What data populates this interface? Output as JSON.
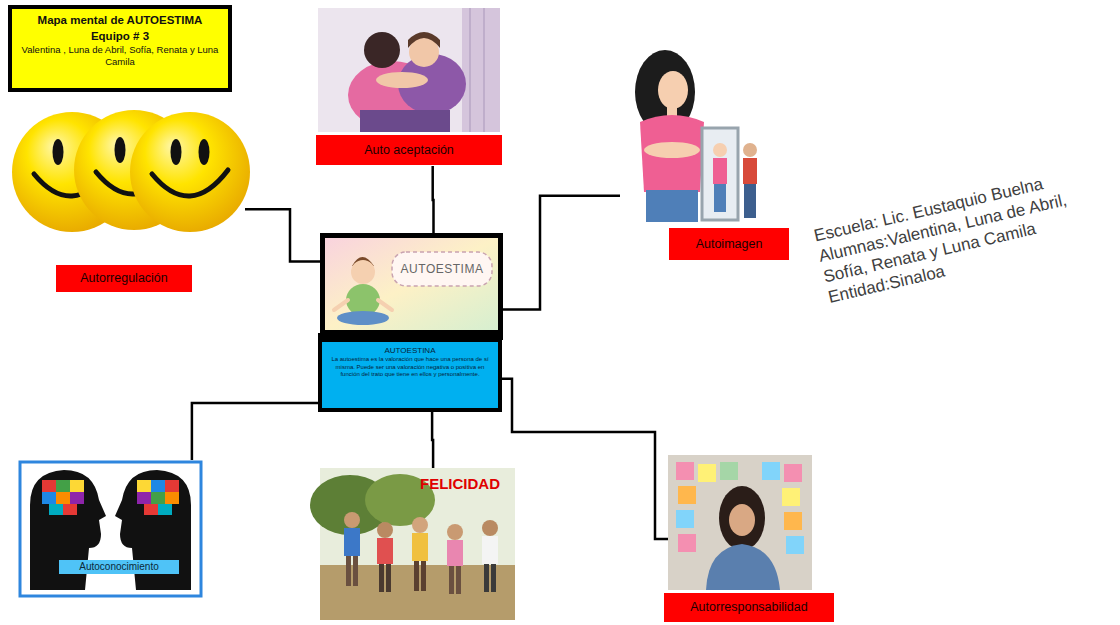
{
  "diagram": {
    "nodes": [
      {
        "text": [
          "Mapa mental de AUTOESTIMA",
          "Equipo # 3",
          "Valentina , Luna de Abril, Sofía, Renata y Luna Camila"
        ]
      },
      {
        "text": [
          "AUTOESTIMA"
        ]
      },
      {
        "text": [
          "AUTOESTINA",
          "La autoestima es la valoración que hace una persona de sí misma. Puede ser una valoración negativa o positiva en función del trato que tiene en ellos y personalmente."
        ]
      },
      {
        "text": [
          "Autorregulación"
        ]
      },
      {
        "text": [
          "Auto aceptación"
        ]
      },
      {
        "text": [
          "Autoimagen"
        ]
      },
      {
        "text": [
          "Autoconocimiento"
        ]
      },
      {
        "text": [
          "FELICIDAD"
        ]
      },
      {
        "text": [
          "Autorresponsabilidad"
        ]
      }
    ],
    "edges": [
      {
        "from": 1,
        "to": 3,
        "arrow": "none"
      },
      {
        "from": 1,
        "to": 4,
        "arrow": "none"
      },
      {
        "from": 1,
        "to": 5,
        "arrow": "none"
      },
      {
        "from": 2,
        "to": 6,
        "arrow": "none"
      },
      {
        "from": 2,
        "to": 7,
        "arrow": "none"
      },
      {
        "from": 2,
        "to": 8,
        "arrow": "none"
      }
    ],
    "labels": [
      "Escuela: Lic. Eustaquio Buelna",
      "Alumnas:Valentina, Luna de Abril, Sofía, Renata y Luna Camila",
      "Entidad:Sinaloa"
    ]
  }
}
